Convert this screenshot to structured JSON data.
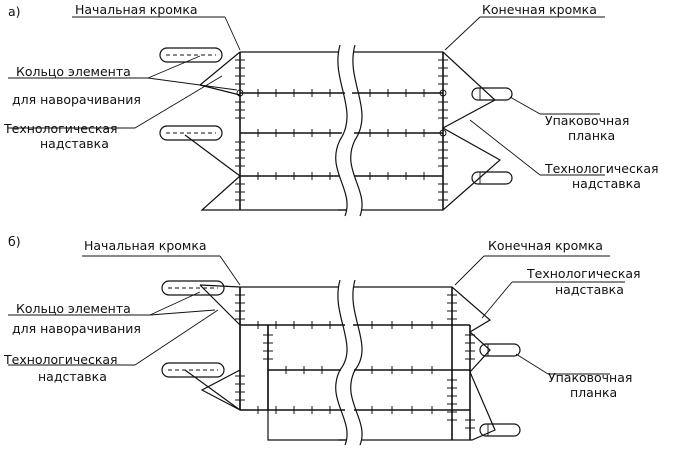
{
  "diagram_a": {
    "panel_label": "а)",
    "start_edge": "Начальная кромка",
    "end_edge": "Конечная кромка",
    "ring_line1": "Кольцо элемента",
    "ring_line2": "для наворачивания",
    "ext_left_line1": "Технологическая",
    "ext_left_line2": "надставка",
    "packing_line1": "Упаковочная",
    "packing_line2": "планка",
    "ext_right_line1": "Технологическая",
    "ext_right_line2": "надставка"
  },
  "diagram_b": {
    "panel_label": "б)",
    "start_edge": "Начальная кромка",
    "end_edge": "Конечная кромка",
    "ext_top_line1": "Технологическая",
    "ext_top_line2": "надставка",
    "ring_line1": "Кольцо элемента",
    "ring_line2": "для наворачивания",
    "ext_left_line1": "Технологическая",
    "ext_left_line2": "надставка",
    "packing_line1": "Упаковочная",
    "packing_line2": "планка"
  }
}
